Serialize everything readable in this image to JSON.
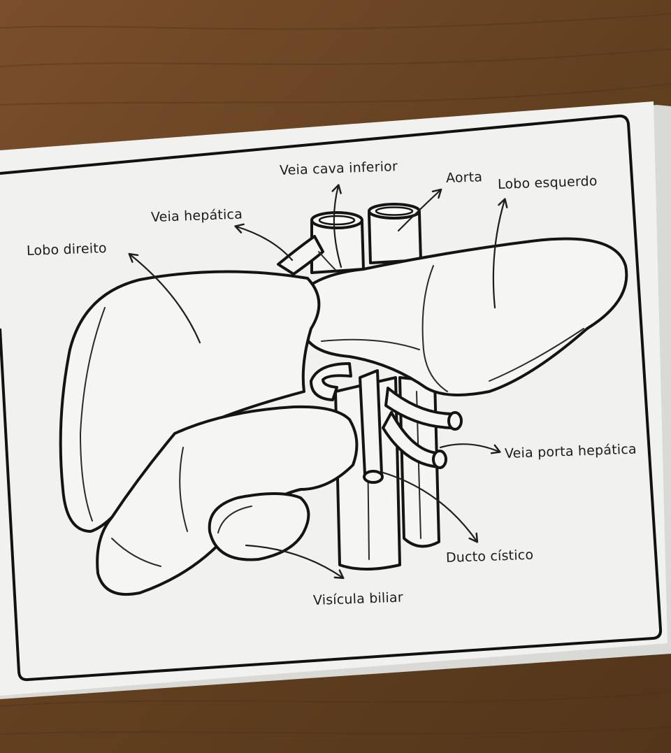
{
  "labels": {
    "veia_cava_inferior": "Veia cava inferior",
    "aorta": "Aorta",
    "lobo_esquerdo": "Lobo esquerdo",
    "veia_hepatica": "Veia hepática",
    "lobo_direito": "Lobo direito",
    "veia_porta_hepatica": "Veia porta hepática",
    "ducto_cistico": "Ducto cístico",
    "visicula_biliar": "Visícula biliar"
  },
  "colors": {
    "wood": "#6b4427",
    "paper": "#f1f1ef",
    "ink": "#141414"
  }
}
